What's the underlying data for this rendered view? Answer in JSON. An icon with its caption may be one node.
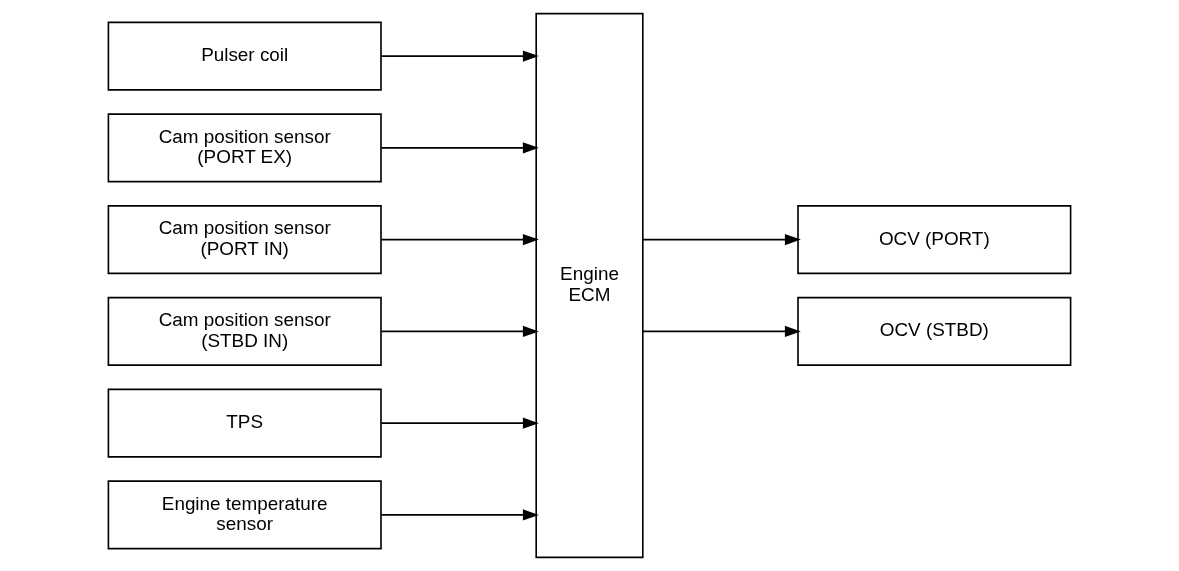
{
  "diagram": {
    "nodes": [
      {
        "text": [
          "Pulser coil"
        ]
      },
      {
        "text": [
          "Cam position sensor (PORT EX)"
        ]
      },
      {
        "text": [
          "Cam position sensor (PORT IN)"
        ]
      },
      {
        "text": [
          "Cam position sensor (STBD IN)"
        ]
      },
      {
        "text": [
          "TPS"
        ]
      },
      {
        "text": [
          "Engine temperature sensor"
        ]
      },
      {
        "text": [
          "Engine ECM"
        ]
      },
      {
        "text": [
          "OCV (PORT)"
        ]
      },
      {
        "text": [
          "OCV (STBD)"
        ]
      }
    ],
    "edges": [
      {
        "from": 0,
        "to": 6,
        "arrow": "to"
      },
      {
        "from": 1,
        "to": 6,
        "arrow": "to"
      },
      {
        "from": 2,
        "to": 6,
        "arrow": "to"
      },
      {
        "from": 3,
        "to": 6,
        "arrow": "to"
      },
      {
        "from": 4,
        "to": 6,
        "arrow": "to"
      },
      {
        "from": 5,
        "to": 6,
        "arrow": "to"
      },
      {
        "from": 6,
        "to": 7,
        "arrow": "to"
      },
      {
        "from": 6,
        "to": 8,
        "arrow": "to"
      }
    ]
  }
}
